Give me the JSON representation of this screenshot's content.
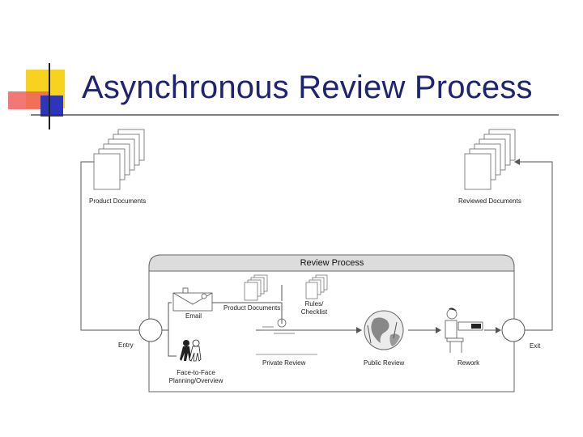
{
  "slide": {
    "title": "Asynchronous Review Process"
  },
  "diagram": {
    "panel_title": "Review Process",
    "labels": {
      "product_documents": "Product Documents",
      "reviewed_documents": "Reviewed Documents",
      "email": "Email",
      "product_documents_inner": "Product Documents",
      "rules_checklist_1": "Rules/",
      "rules_checklist_2": "Checklist",
      "entry": "Entry",
      "exit": "Exit",
      "face_to_face_1": "Face-to-Face",
      "face_to_face_2": "Planning/Overview",
      "private_review": "Private Review",
      "public_review": "Public Review",
      "rework": "Rework"
    }
  }
}
